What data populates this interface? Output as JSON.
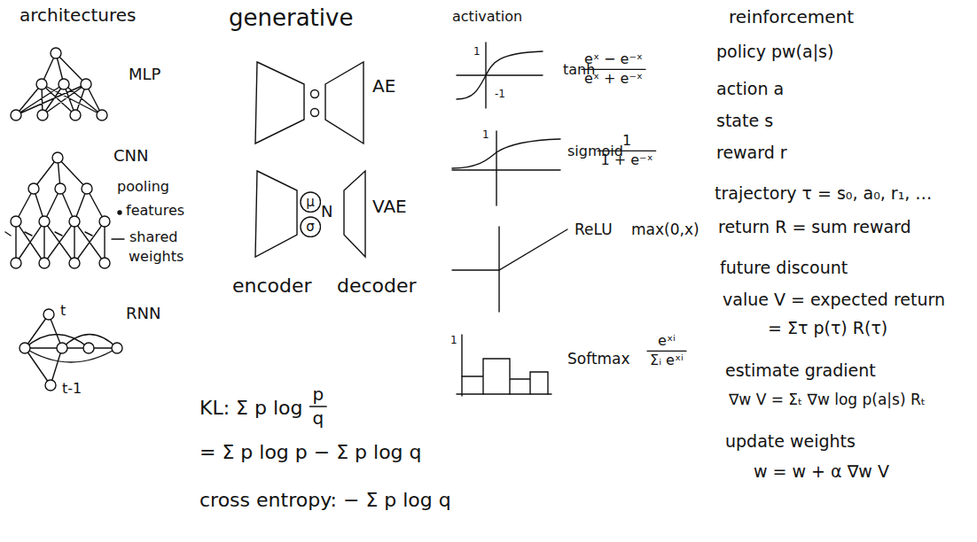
{
  "diagram": {
    "nodes": [
      {
        "text": [
          "μ"
        ]
      },
      {
        "text": [
          "σ"
        ]
      }
    ],
    "labels": [
      "architectures",
      "MLP",
      "CNN",
      "pooling",
      "features",
      "shared",
      "weights",
      "RNN",
      "t",
      "t-1",
      "generative",
      "AE",
      "N",
      "VAE",
      "encoder",
      "decoder",
      "activation",
      "1",
      "-1",
      "tanh",
      "eˣ − e⁻ˣ",
      "eˣ + e⁻ˣ",
      "1",
      "sigmoid",
      "1",
      "1 + e⁻ˣ",
      "ReLU",
      "max(0,x)",
      "1",
      "Softmax",
      "eˣⁱ",
      "Σᵢ eˣⁱ",
      "KL: Σ p log",
      "p",
      "q",
      "= Σ p log p − Σ p log q",
      "cross entropy: − Σ p log q",
      "reinforcement",
      "policy pw(a|s)",
      "action a",
      "state s",
      "reward r",
      "trajectory τ = s₀, a₀, r₁, …",
      "return R = sum reward",
      "future discount",
      "value V = expected return",
      "= Στ p(τ) R(τ)",
      "estimate gradient",
      "∇w V = Σₜ ∇w log p(a|s) Rₜ",
      "update weights",
      "w = w + α ∇w V"
    ]
  }
}
